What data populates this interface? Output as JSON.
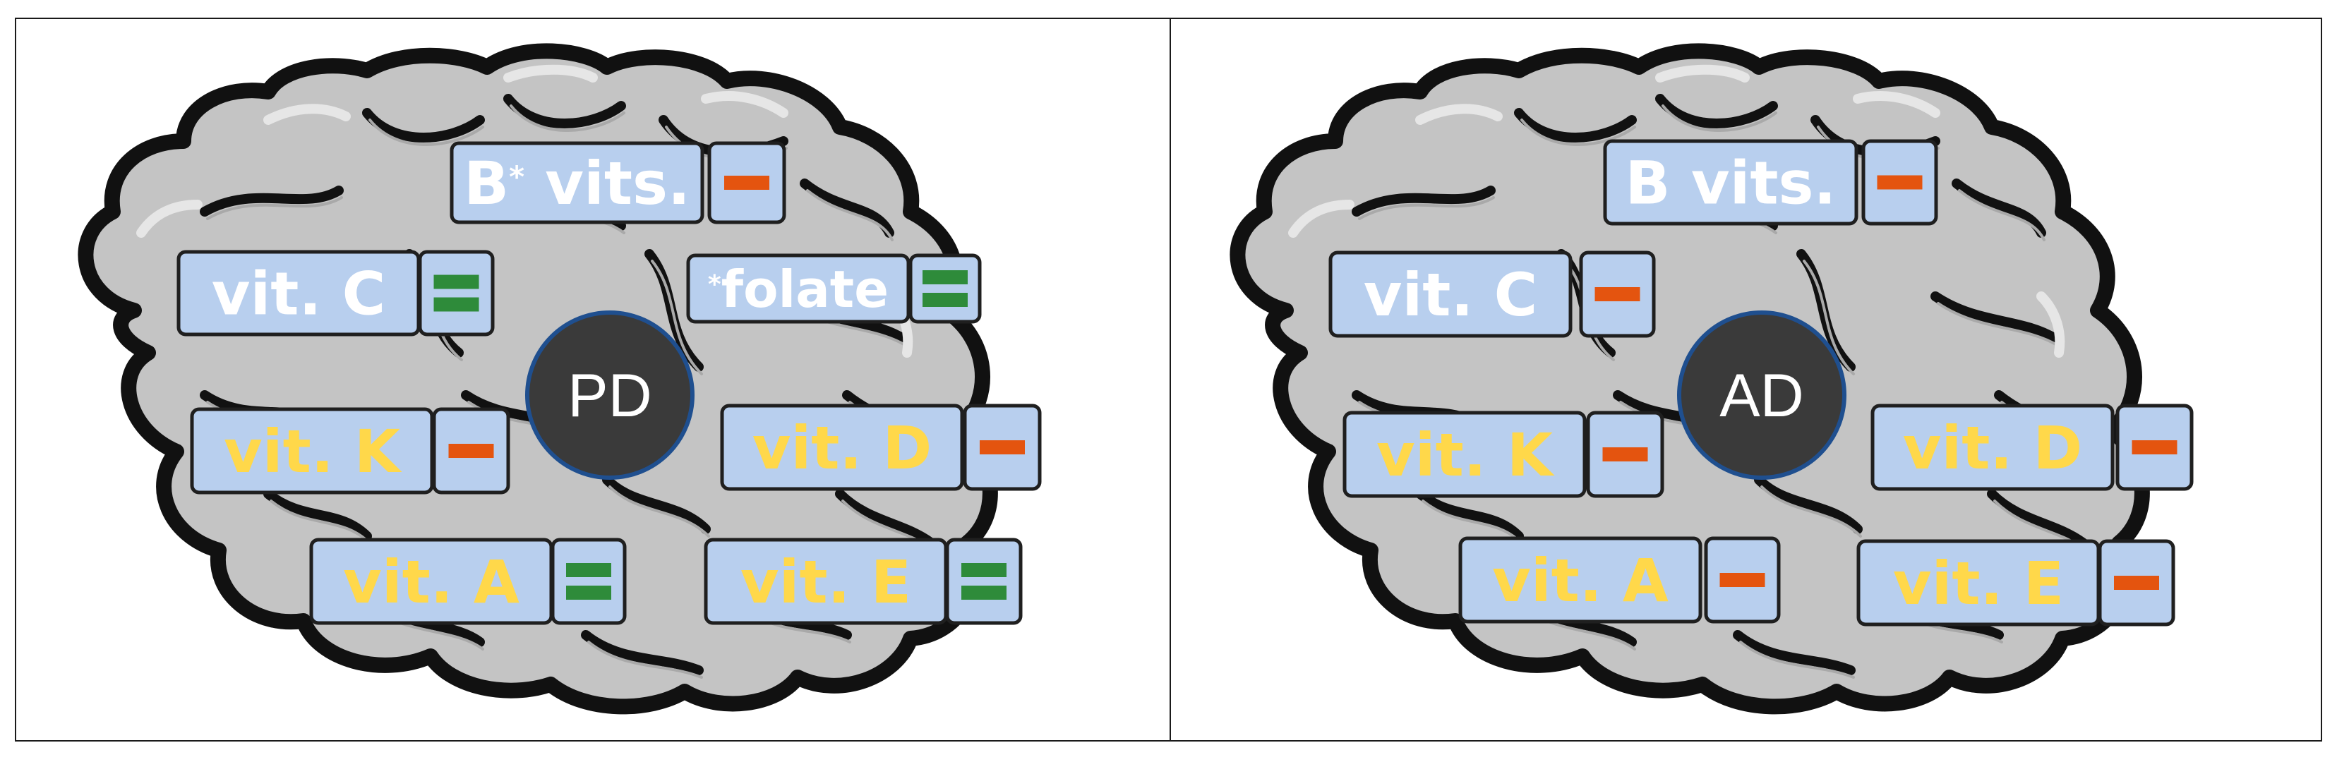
{
  "colors": {
    "background": "#ffffff",
    "frame_stroke": "#1a1a1a",
    "brain_fill": "#c4c4c4",
    "brain_fold": "#a9a9a9",
    "brain_highlight": "#e6e6e6",
    "brain_outline": "#111111",
    "label_fill": "#b8cfee",
    "label_stroke": "#1f1f1f",
    "text_white": "#ffffff",
    "text_yellow": "#ffd84a",
    "equal_green": "#2e8b3a",
    "minus_orange": "#e4540f",
    "center_fill": "#3a3a3a",
    "center_ring": "#1f4f8f",
    "center_text": "#ffffff"
  },
  "panels": [
    {
      "center_label": "PD",
      "labels": [
        {
          "id": "b-vits",
          "text": "B",
          "sup": "*",
          "suffix": " vits.",
          "text_color": "white",
          "relation": "minus"
        },
        {
          "id": "vit-c",
          "text": "vit. C",
          "text_color": "white",
          "relation": "equal"
        },
        {
          "id": "folate",
          "text": "folate",
          "sup_before": "*",
          "text_color": "white",
          "relation": "equal"
        },
        {
          "id": "vit-k",
          "text": "vit. K",
          "text_color": "yellow",
          "relation": "minus"
        },
        {
          "id": "vit-d",
          "text": "vit. D",
          "text_color": "yellow",
          "relation": "minus"
        },
        {
          "id": "vit-a",
          "text": "vit. A",
          "text_color": "yellow",
          "relation": "equal"
        },
        {
          "id": "vit-e",
          "text": "vit. E",
          "text_color": "yellow",
          "relation": "equal"
        }
      ]
    },
    {
      "center_label": "AD",
      "labels": [
        {
          "id": "b-vits",
          "text": "B vits.",
          "text_color": "white",
          "relation": "minus"
        },
        {
          "id": "vit-c",
          "text": "vit. C",
          "text_color": "white",
          "relation": "minus"
        },
        {
          "id": "vit-k",
          "text": "vit. K",
          "text_color": "yellow",
          "relation": "minus"
        },
        {
          "id": "vit-d",
          "text": "vit. D",
          "text_color": "yellow",
          "relation": "minus"
        },
        {
          "id": "vit-a",
          "text": "vit. A",
          "text_color": "yellow",
          "relation": "minus"
        },
        {
          "id": "vit-e",
          "text": "vit. E",
          "text_color": "yellow",
          "relation": "minus"
        }
      ]
    }
  ]
}
